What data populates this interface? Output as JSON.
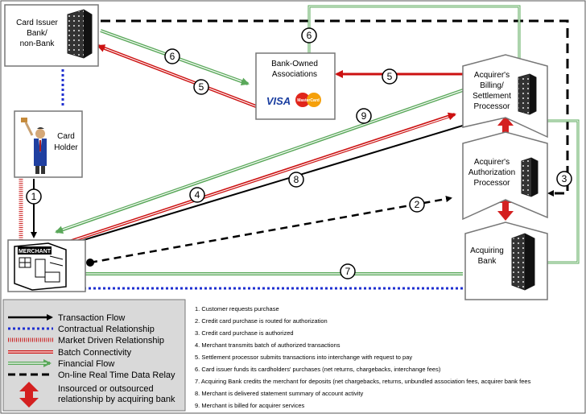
{
  "nodes": {
    "card_issuer": [
      "Card Issuer",
      "Bank/",
      "non-Bank"
    ],
    "card_holder": [
      "Card",
      "Holder"
    ],
    "merchant_sign": "MERCHANT",
    "associations": [
      "Bank-Owned",
      "Associations"
    ],
    "visa": "VISA",
    "mastercard": "MasterCard",
    "billing": [
      "Acquirer's",
      "Billing/",
      "Settlement",
      "Processor"
    ],
    "authorization": [
      "Acquirer's",
      "Authorization",
      "Processor"
    ],
    "acquiring_bank": [
      "Acquiring",
      "Bank"
    ]
  },
  "flow_numbers": {
    "n1": "1",
    "n2": "2",
    "n3": "3",
    "n4": "4",
    "n5a": "5",
    "n5b": "5",
    "n6a": "6",
    "n6b": "6",
    "n7": "7",
    "n8": "8",
    "n9": "9"
  },
  "legend": [
    {
      "label": "Transaction Flow"
    },
    {
      "label": "Contractual Relationship"
    },
    {
      "label": "Market Driven Relationship"
    },
    {
      "label": "Batch Connectivity"
    },
    {
      "label": "Financial Flow"
    },
    {
      "label": "On-line Real Time Data Relay"
    },
    {
      "label": "Insourced or outsourced relationship by acquiring bank",
      "lines": [
        "Insourced or outsourced",
        "relationship by acquiring bank"
      ]
    }
  ],
  "notes": [
    "1.  Customer requests purchase",
    "2.  Credit card purchase is routed for authorization",
    "3.  Credit card purchase is authorized",
    "4.  Merchant transmits batch of authorized transactions",
    "5.  Settlement processor submits transactions into interchange with request to pay",
    "6.  Card issuer funds its cardholders' purchases (net returns, chargebacks, interchange fees)",
    "7.  Acquiring Bank credits the merchant for deposits (net chargebacks, returns, unbundled association fees, acquirer bank fees",
    "8.  Merchant is delivered statement summary of account activity",
    "9.  Merchant is billed for acquirer services"
  ],
  "colors": {
    "transaction": "#000000",
    "contractual": "#1f2fd0",
    "market": "#cc2222",
    "batch": "#cc1111",
    "financial": "#5aa85a",
    "realtime": "#000000",
    "insourced": "#d42020"
  }
}
